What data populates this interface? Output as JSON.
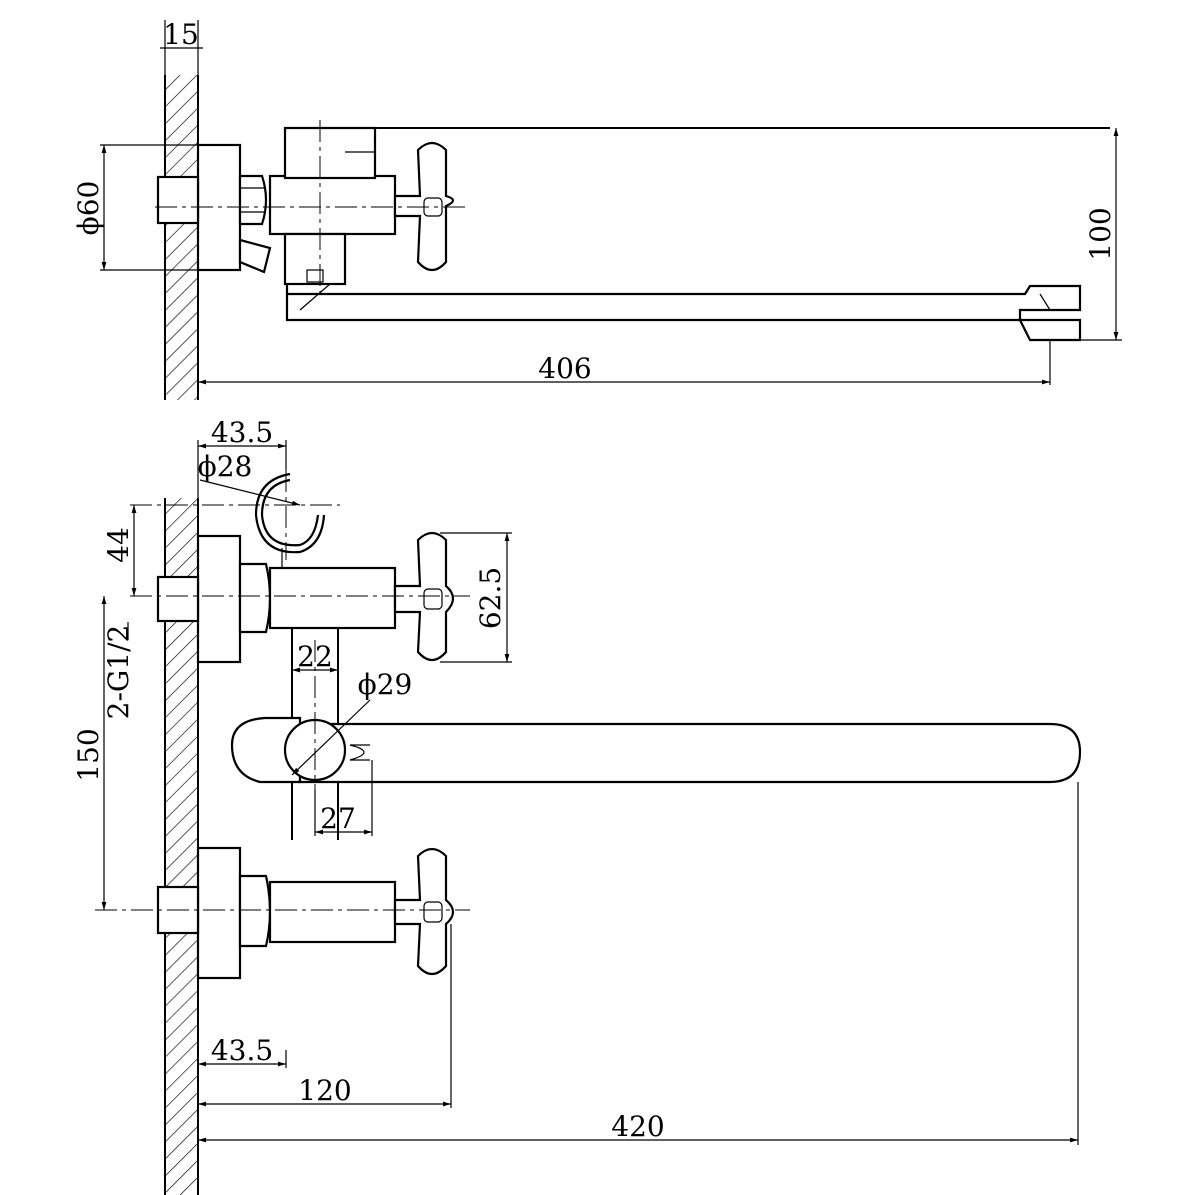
{
  "top_view": {
    "dims": {
      "wall_thickness": "15",
      "flange_diameter": "ϕ60",
      "spout_height": "100",
      "spout_reach": "406"
    }
  },
  "front_view": {
    "dims": {
      "hook_offset_top": "43.5",
      "hook_diameter": "ϕ28",
      "hook_height": "44",
      "handle_height": "62.5",
      "thread": "2-G1/2",
      "body_width": "22",
      "diverter_diameter": "ϕ29",
      "inlet_spacing": "150",
      "lever_offset": "27",
      "hook_offset_bottom": "43.5",
      "handle_reach": "120",
      "spout_reach": "420"
    }
  },
  "colors": {
    "line": "#000000",
    "background": "#ffffff"
  }
}
